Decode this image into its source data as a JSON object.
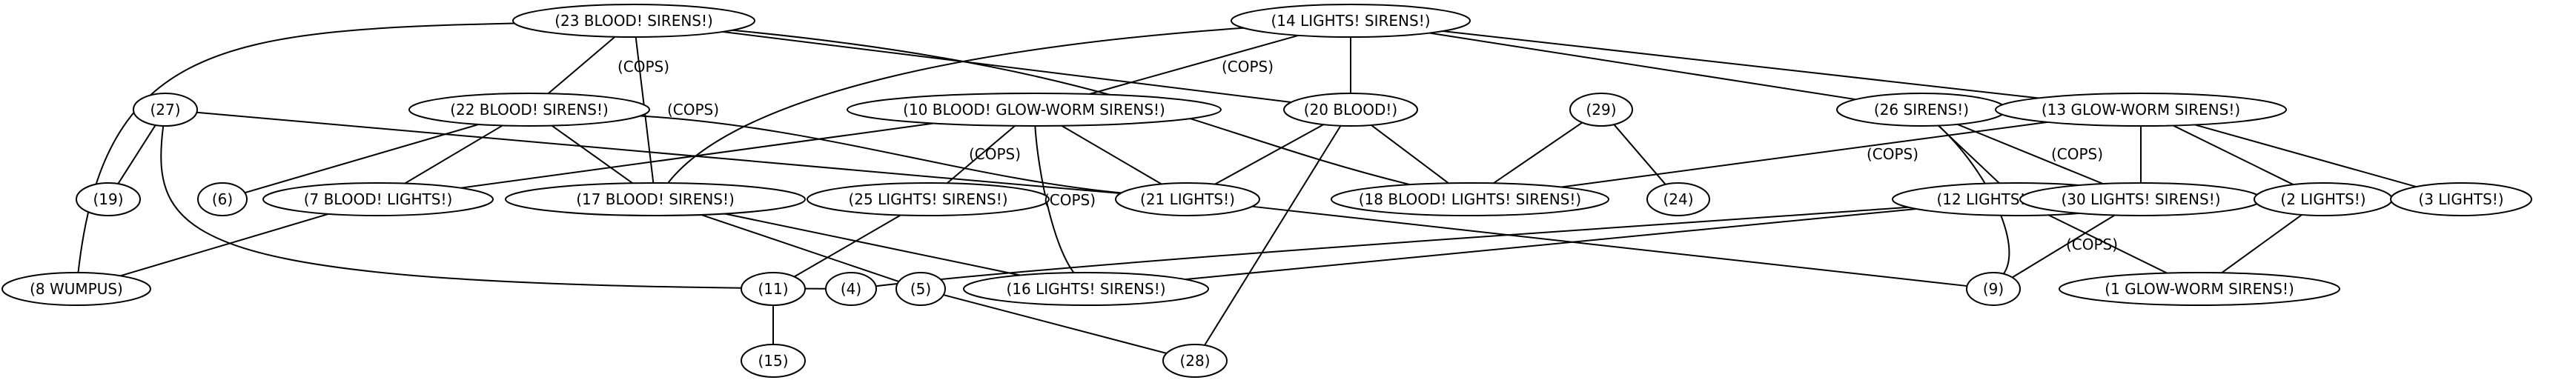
{
  "nodes": [
    {
      "id": "n23",
      "label": "(23 BLOOD! SIRENS!)"
    },
    {
      "id": "n14",
      "label": "(14 LIGHTS! SIRENS!)"
    },
    {
      "id": "n27",
      "label": "(27)"
    },
    {
      "id": "n22",
      "label": "(22 BLOOD! SIRENS!)"
    },
    {
      "id": "n10",
      "label": "(10 BLOOD! GLOW-WORM SIRENS!)"
    },
    {
      "id": "n20",
      "label": "(20 BLOOD!)"
    },
    {
      "id": "n29",
      "label": "(29)"
    },
    {
      "id": "n26",
      "label": "(26 SIRENS!)"
    },
    {
      "id": "n13",
      "label": "(13 GLOW-WORM SIRENS!)"
    },
    {
      "id": "n19",
      "label": "(19)"
    },
    {
      "id": "n6",
      "label": "(6)"
    },
    {
      "id": "n7",
      "label": "(7 BLOOD! LIGHTS!)"
    },
    {
      "id": "n17",
      "label": "(17 BLOOD! SIRENS!)"
    },
    {
      "id": "n25",
      "label": "(25 LIGHTS! SIRENS!)"
    },
    {
      "id": "n21",
      "label": "(21 LIGHTS!)"
    },
    {
      "id": "n18",
      "label": "(18 BLOOD! LIGHTS! SIRENS!)"
    },
    {
      "id": "n24",
      "label": "(24)"
    },
    {
      "id": "n12",
      "label": "(12 LIGHTS! SIRENS!)"
    },
    {
      "id": "n30",
      "label": "(30 LIGHTS! SIRENS!)"
    },
    {
      "id": "n2",
      "label": "(2 LIGHTS!)"
    },
    {
      "id": "n3",
      "label": "(3 LIGHTS!)"
    },
    {
      "id": "n8",
      "label": "(8 WUMPUS)"
    },
    {
      "id": "n11",
      "label": "(11)"
    },
    {
      "id": "n4",
      "label": "(4)"
    },
    {
      "id": "n5",
      "label": "(5)"
    },
    {
      "id": "n16",
      "label": "(16 LIGHTS! SIRENS!)"
    },
    {
      "id": "n9",
      "label": "(9)"
    },
    {
      "id": "n1",
      "label": "(1 GLOW-WORM SIRENS!)"
    },
    {
      "id": "n15",
      "label": "(15)"
    },
    {
      "id": "n28",
      "label": "(28)"
    }
  ],
  "edges": [
    {
      "id": "e23-22",
      "from": "n23",
      "to": "n22",
      "label": "(COPS)"
    },
    {
      "id": "e23-17",
      "from": "n23",
      "to": "n17",
      "label": "(COPS)"
    },
    {
      "id": "e23-8",
      "from": "n23",
      "to": "n8",
      "label": ""
    },
    {
      "id": "e23-20",
      "from": "n23",
      "to": "n20",
      "label": ""
    },
    {
      "id": "e23-18",
      "from": "n23",
      "to": "n18",
      "label": ""
    },
    {
      "id": "e14-10",
      "from": "n14",
      "to": "n10",
      "label": "(COPS)"
    },
    {
      "id": "e14-20",
      "from": "n14",
      "to": "n20",
      "label": ""
    },
    {
      "id": "e14-17",
      "from": "n14",
      "to": "n17",
      "label": ""
    },
    {
      "id": "e14-26",
      "from": "n14",
      "to": "n26",
      "label": ""
    },
    {
      "id": "e14-13",
      "from": "n14",
      "to": "n13",
      "label": ""
    },
    {
      "id": "e27-19",
      "from": "n27",
      "to": "n19",
      "label": ""
    },
    {
      "id": "e27-4",
      "from": "n27",
      "to": "n4",
      "label": ""
    },
    {
      "id": "e27-21",
      "from": "n27",
      "to": "n21",
      "label": ""
    },
    {
      "id": "e22-6",
      "from": "n22",
      "to": "n6",
      "label": ""
    },
    {
      "id": "e22-7",
      "from": "n22",
      "to": "n7",
      "label": ""
    },
    {
      "id": "e22-17",
      "from": "n22",
      "to": "n17",
      "label": ""
    },
    {
      "id": "e22-21",
      "from": "n22",
      "to": "n21",
      "label": ""
    },
    {
      "id": "e10-7",
      "from": "n10",
      "to": "n7",
      "label": ""
    },
    {
      "id": "e10-25",
      "from": "n10",
      "to": "n25",
      "label": "(COPS)"
    },
    {
      "id": "e10-16",
      "from": "n10",
      "to": "n16",
      "label": "(COPS)"
    },
    {
      "id": "e10-21",
      "from": "n10",
      "to": "n21",
      "label": ""
    },
    {
      "id": "e20-21",
      "from": "n20",
      "to": "n21",
      "label": ""
    },
    {
      "id": "e20-18",
      "from": "n20",
      "to": "n18",
      "label": ""
    },
    {
      "id": "e20-28",
      "from": "n20",
      "to": "n28",
      "label": ""
    },
    {
      "id": "e29-18",
      "from": "n29",
      "to": "n18",
      "label": ""
    },
    {
      "id": "e29-24",
      "from": "n29",
      "to": "n24",
      "label": ""
    },
    {
      "id": "e26-12",
      "from": "n26",
      "to": "n12",
      "label": "(COPS)"
    },
    {
      "id": "e26-30",
      "from": "n26",
      "to": "n30",
      "label": "(COPS)"
    },
    {
      "id": "e26-9",
      "from": "n26",
      "to": "n9",
      "label": ""
    },
    {
      "id": "e13-18",
      "from": "n13",
      "to": "n18",
      "label": ""
    },
    {
      "id": "e13-30",
      "from": "n13",
      "to": "n30",
      "label": ""
    },
    {
      "id": "e13-2",
      "from": "n13",
      "to": "n2",
      "label": ""
    },
    {
      "id": "e13-3",
      "from": "n13",
      "to": "n3",
      "label": ""
    },
    {
      "id": "e7-8",
      "from": "n7",
      "to": "n8",
      "label": ""
    },
    {
      "id": "e17-5",
      "from": "n17",
      "to": "n5",
      "label": ""
    },
    {
      "id": "e17-16",
      "from": "n17",
      "to": "n16",
      "label": ""
    },
    {
      "id": "e25-11",
      "from": "n25",
      "to": "n11",
      "label": ""
    },
    {
      "id": "e21-9",
      "from": "n21",
      "to": "n9",
      "label": ""
    },
    {
      "id": "e12-4",
      "from": "n12",
      "to": "n4",
      "label": ""
    },
    {
      "id": "e12-16",
      "from": "n12",
      "to": "n16",
      "label": ""
    },
    {
      "id": "e12-1",
      "from": "n12",
      "to": "n1",
      "label": "(COPS)"
    },
    {
      "id": "e30-9",
      "from": "n30",
      "to": "n9",
      "label": ""
    },
    {
      "id": "e2-1",
      "from": "n2",
      "to": "n1",
      "label": ""
    },
    {
      "id": "e11-15",
      "from": "n11",
      "to": "n15",
      "label": ""
    },
    {
      "id": "e5-28",
      "from": "n5",
      "to": "n28",
      "label": ""
    }
  ]
}
